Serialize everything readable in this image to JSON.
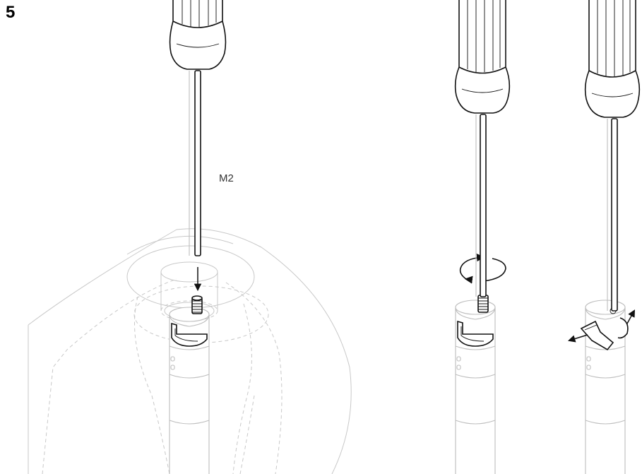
{
  "step": {
    "number": "5"
  },
  "callouts": {
    "hex_key_size": "M2"
  },
  "colors": {
    "ink": "#111111",
    "ghost": "#c8c8c8",
    "background": "#ffffff"
  },
  "figures": [
    {
      "icon": "screwdriver-inserted-into-socket"
    },
    {
      "icon": "screwdriver-rotating-screw"
    },
    {
      "icon": "screwdriver-clip-released"
    }
  ]
}
